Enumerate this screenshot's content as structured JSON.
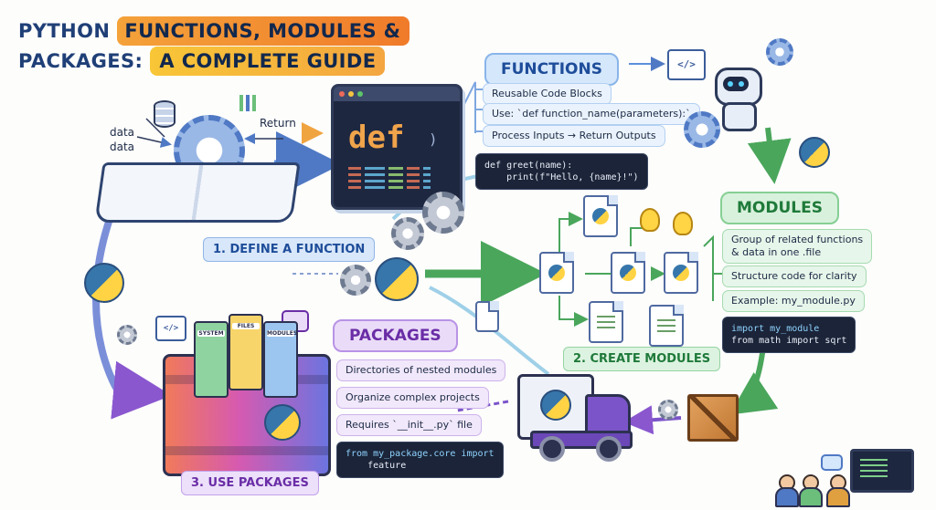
{
  "title": {
    "line1_a": "PYTHON",
    "line1_b": "FUNCTIONS, MODULES &",
    "line2_a": "PACKAGES:",
    "line2_b": "A COMPLETE GUIDE"
  },
  "functions": {
    "heading": "FUNCTIONS",
    "bullets": [
      "Reusable Code Blocks",
      "Use: `def function_name(parameters):`",
      "Process Inputs → Return Outputs"
    ],
    "code": [
      "def greet(name):",
      "    print(f\"Hello, {name}!\")"
    ]
  },
  "modules": {
    "heading": "MODULES",
    "bullets": [
      "Group of related functions",
      "& data in one .file",
      "Structure code for clarity",
      "Example: my_module.py"
    ],
    "code": [
      "import my_module",
      "from math import sqrt"
    ]
  },
  "packages": {
    "heading": "PACKAGES",
    "bullets": [
      "Directories of nested modules",
      "Organize complex projects",
      "Requires `__init__.py` file"
    ],
    "code": [
      "from my_package.core import",
      "    feature"
    ]
  },
  "steps": {
    "step1": "1. DEFINE A FUNCTION",
    "step2": "2. CREATE MODULES",
    "step3": "3. USE PACKAGES"
  },
  "flow": {
    "data1": "data",
    "data2": "data",
    "return": "Return"
  },
  "editor": {
    "keyword": "def",
    "paren": ")"
  },
  "folders": [
    "SYSTEM",
    "FILES",
    "MODULES"
  ],
  "icons": {
    "code": "</>"
  },
  "colors": {
    "title_orange": "#f07b2a",
    "title_yellow": "#f8c637",
    "functions_blue": "#1e4d9a",
    "modules_green": "#1f7a3a",
    "packages_purple": "#6a2da6",
    "python_blue": "#3776ab",
    "python_yellow": "#ffd343"
  }
}
